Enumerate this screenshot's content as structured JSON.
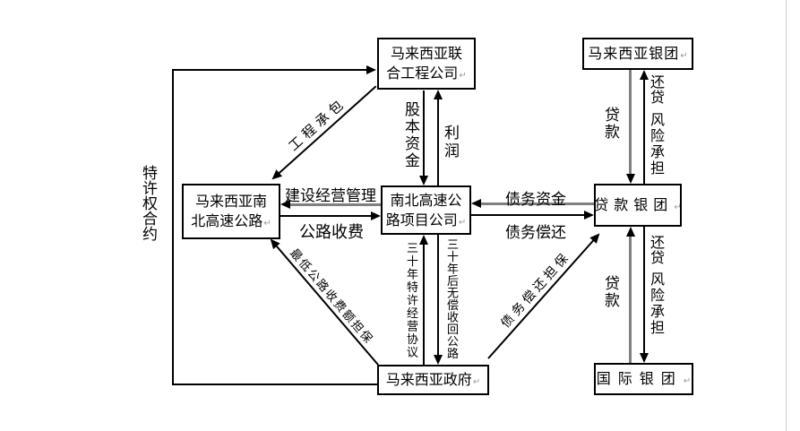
{
  "diagram": {
    "boxes": {
      "uem": {
        "line1": "马来西亚联",
        "line2": "合工程公司"
      },
      "malaysia_bank_syndicate": {
        "line1": "马来西亚银团"
      },
      "highway": {
        "line1": "马来西亚南",
        "line2": "北高速公路"
      },
      "project_company": {
        "line1": "南北高速公",
        "line2": "路项目公司"
      },
      "loan_syndicate": {
        "line1": "贷款银团"
      },
      "government": {
        "line1": "马来西亚政府"
      },
      "international_syndicate": {
        "line1": "国际银团"
      }
    },
    "labels": {
      "equity_funds": "股本资金",
      "profit": "利润",
      "construction_operation_mgmt": "建设经营管理",
      "road_toll": "公路收费",
      "debt_funds": "债务资金",
      "debt_repayment": "债务偿还",
      "concession_contract": "特许权合约",
      "engineering_contract": "工程承包",
      "concession_30yr": "三十年特许经营协议",
      "handback_30yr": "三十年后无偿收回公路",
      "min_toll_guarantee": "最低公路收费额担保",
      "debt_repayment_guarantee": "债务偿还担保",
      "return_mark": "↵"
    },
    "right_top": {
      "loan": "贷款",
      "repay": "还贷",
      "risk": "风险承担"
    },
    "right_bottom": {
      "loan": "贷款",
      "repay": "还贷",
      "risk": "风险承担"
    },
    "colors": {
      "line": "#000000",
      "thick_line": "#808080",
      "background": "#ffffff"
    }
  }
}
